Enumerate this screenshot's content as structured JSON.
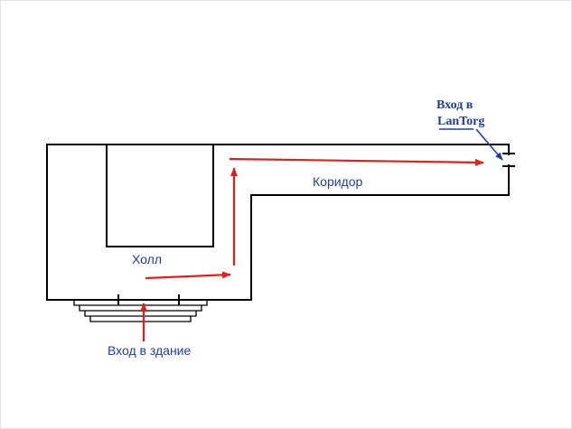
{
  "labels": {
    "hall": "Холл",
    "corridor": "Коридор",
    "building_entrance": "Вход в здание",
    "lantorg_entrance_line1": "Вход в",
    "lantorg_entrance_line2": "LanTorg"
  },
  "colors": {
    "walls": "#000000",
    "route_arrows": "#e02020",
    "labels": "#1f3d9e",
    "frame_border": "#e2e2e2"
  }
}
